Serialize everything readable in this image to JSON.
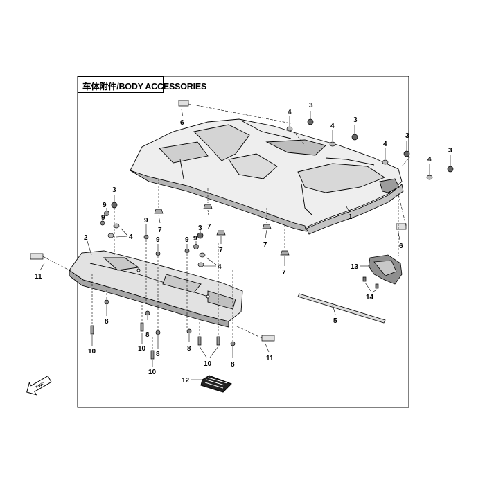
{
  "title": "车体附件/BODY ACCESSORIES",
  "fwd_label": "FWD",
  "callouts": {
    "c1": "1",
    "c2": "2",
    "c3": "3",
    "c4": "4",
    "c5": "5",
    "c6": "6",
    "c7": "7",
    "c8": "8",
    "c9": "9",
    "c10": "10",
    "c11": "11",
    "c12": "12",
    "c13": "13",
    "c14": "14"
  },
  "colors": {
    "line": "#000000",
    "part_fill": "#e6e6e6",
    "part_dark": "#9a9a9a",
    "background": "#ffffff"
  }
}
